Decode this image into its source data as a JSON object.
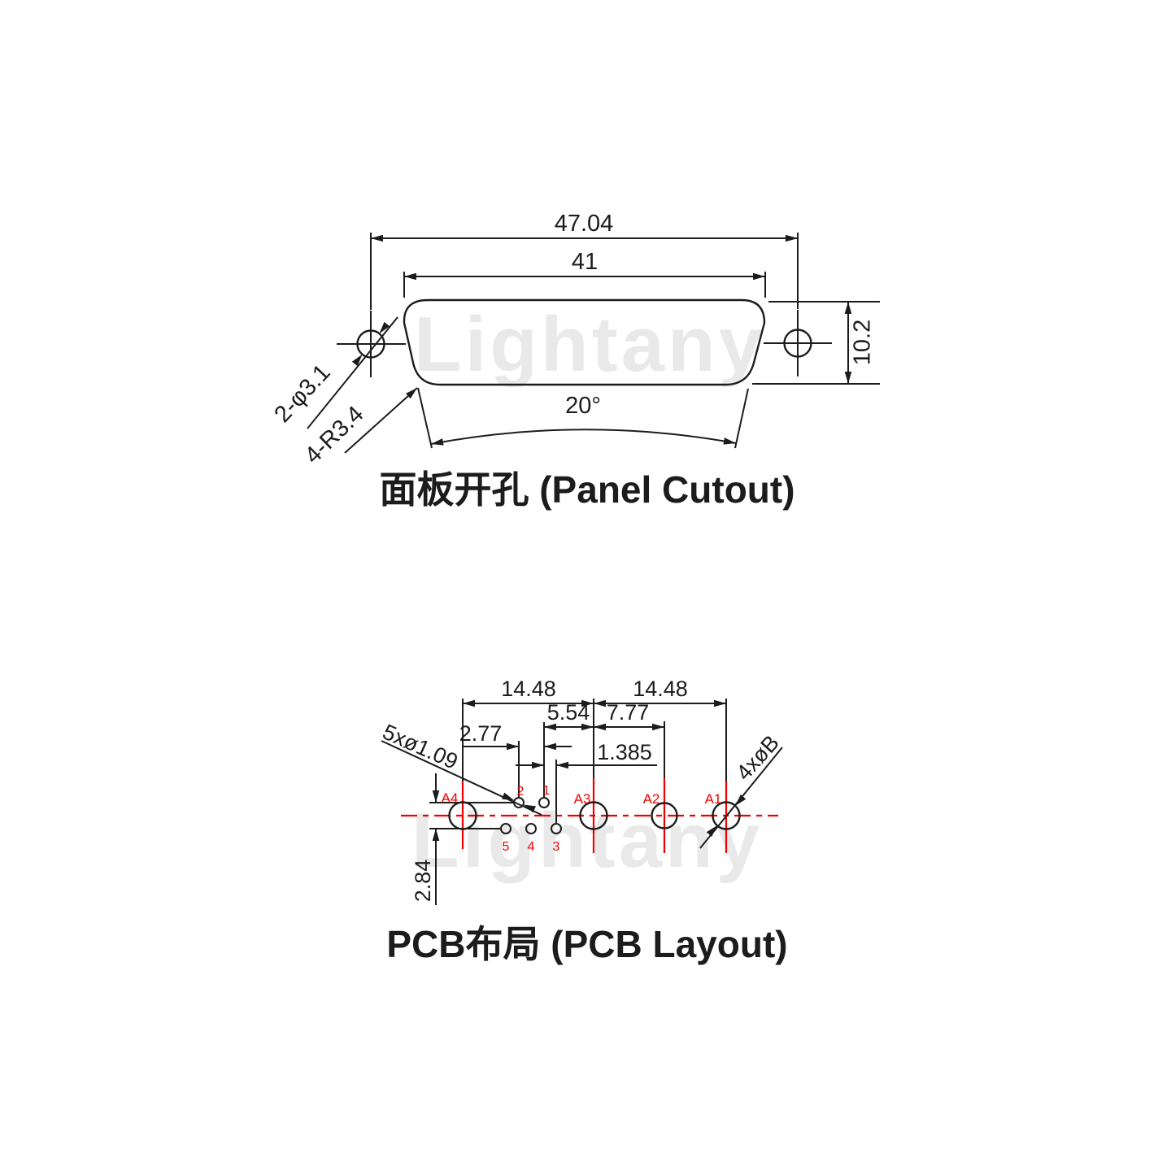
{
  "watermark": {
    "text": "Lightany",
    "color": "#e9e9e9"
  },
  "colors": {
    "line": "#1c1c1c",
    "accent_red": "#f20000",
    "background": "#ffffff"
  },
  "panel_cutout": {
    "title": "面板开孔 (Panel Cutout)",
    "dimensions": {
      "hole_span": "47.04",
      "cutout_width": "41",
      "cutout_height": "10.2",
      "taper_angle": "20°",
      "mount_holes": "2-φ3.1",
      "corner_radius": "4-R3.4"
    }
  },
  "pcb_layout": {
    "title": "PCB布局 (PCB Layout)",
    "dimensions": {
      "a4_to_a3": "14.48",
      "a3_to_a1": "14.48",
      "pin1_to_a3": "5.54",
      "a3_to_a2": "7.77",
      "pin_pitch": "2.77",
      "row_offset": "1.385",
      "row_spacing": "2.84",
      "signal_pin_dia": "5xø1.09",
      "power_pin_dia": "4xøB"
    },
    "power_contacts": [
      "A4",
      "A3",
      "A2",
      "A1"
    ],
    "signal_pins": [
      "2",
      "1",
      "5",
      "4",
      "3"
    ]
  }
}
